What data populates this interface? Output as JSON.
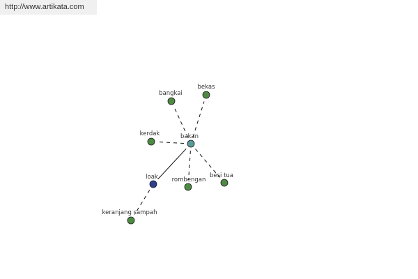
{
  "site": {
    "url": "http://www.artikata.com"
  },
  "graph": {
    "colors": {
      "leaf_node": "#4e8a44",
      "center_node": "#5a9a98",
      "intermediate_node": "#2f3f8f",
      "node_stroke": "#1a1a1a",
      "edge": "#111111"
    },
    "nodes": [
      {
        "id": "bakan",
        "label": "bakan",
        "kind": "center"
      },
      {
        "id": "bangkai",
        "label": "bangkai",
        "kind": "leaf"
      },
      {
        "id": "bekas",
        "label": "bekas",
        "kind": "leaf"
      },
      {
        "id": "kerdak",
        "label": "kerdak",
        "kind": "leaf"
      },
      {
        "id": "loak",
        "label": "loak",
        "kind": "intermediate"
      },
      {
        "id": "rombengan",
        "label": "rombengan",
        "kind": "leaf"
      },
      {
        "id": "besi-tua",
        "label": "besi tua",
        "kind": "leaf"
      },
      {
        "id": "keranjang-sampah",
        "label": "keranjang sampah",
        "kind": "leaf"
      }
    ],
    "edges": [
      {
        "from": "bakan",
        "to": "bangkai",
        "style": "dashed"
      },
      {
        "from": "bakan",
        "to": "bekas",
        "style": "dashed"
      },
      {
        "from": "bakan",
        "to": "kerdak",
        "style": "dashed"
      },
      {
        "from": "bakan",
        "to": "loak",
        "style": "solid"
      },
      {
        "from": "bakan",
        "to": "rombengan",
        "style": "dashed"
      },
      {
        "from": "bakan",
        "to": "besi-tua",
        "style": "dashed"
      },
      {
        "from": "loak",
        "to": "keranjang-sampah",
        "style": "dashed"
      }
    ]
  }
}
